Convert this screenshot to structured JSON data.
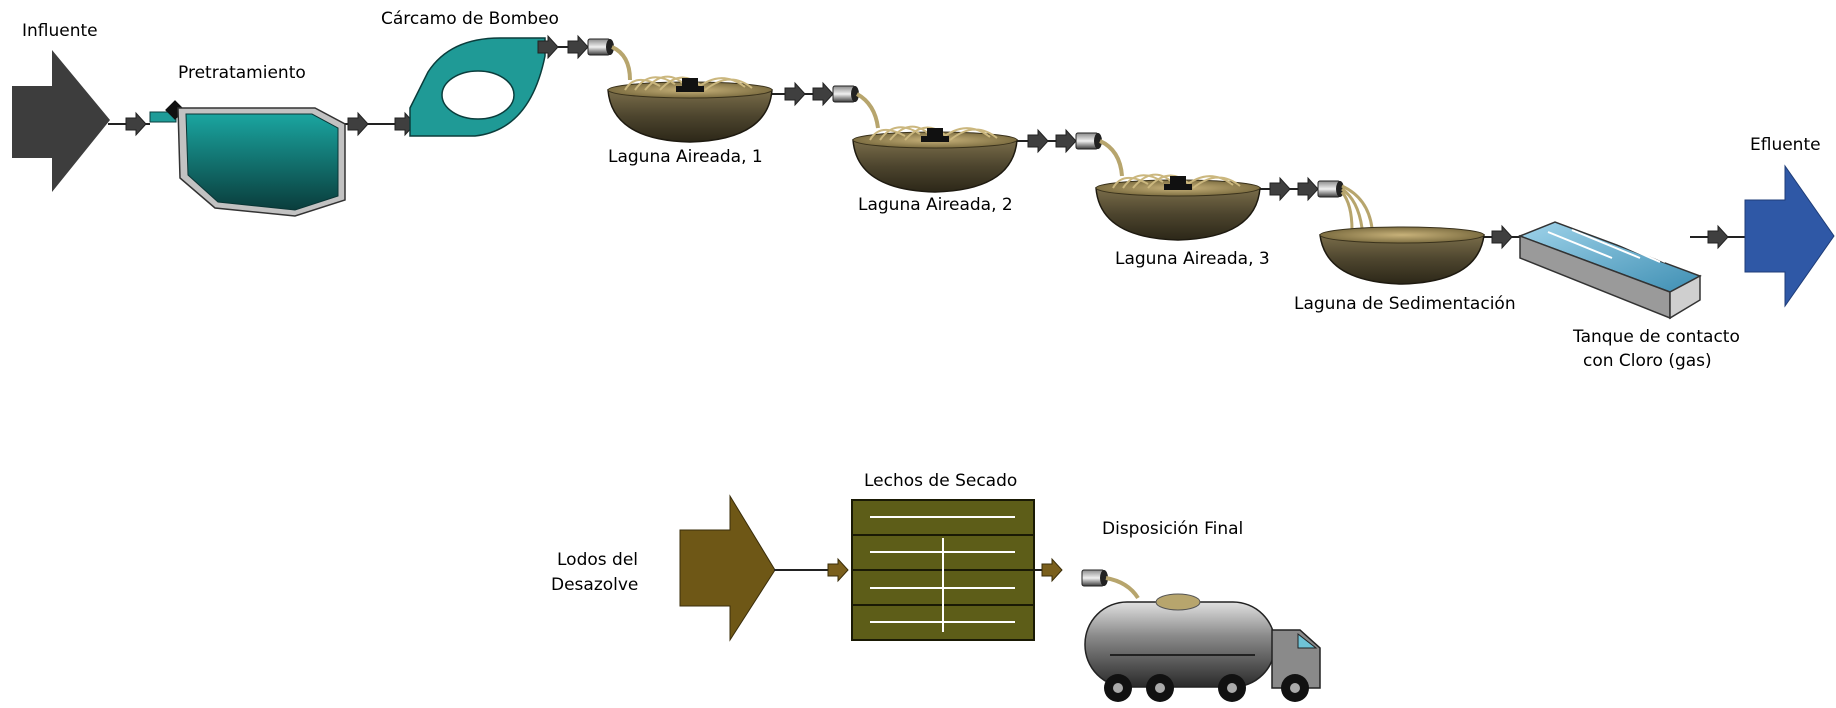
{
  "labels": {
    "influente": "Influente",
    "pretratamiento": "Pretratamiento",
    "carcamo": "Cárcamo de Bombeo",
    "laguna1": "Laguna Aireada, 1",
    "laguna2": "Laguna Aireada, 2",
    "laguna3": "Laguna Aireada, 3",
    "sedimentacion": "Laguna de Sedimentación",
    "tanque_line1": "Tanque de contacto",
    "tanque_line2": "con Cloro (gas)",
    "efluente": "Efluente",
    "lodos_line1": "Lodos del",
    "lodos_line2": "Desazolve",
    "lechos": "Lechos de Secado",
    "disposicion": "Disposición Final"
  },
  "colors": {
    "influent_arrow": "#3c3c3c",
    "effluent_arrow": "#2f58a6",
    "sludge_arrow": "#6e5716",
    "teal": "#1f8f8c",
    "bowl": "#5c5238",
    "drying_bed": "#5d5d18",
    "pipe_flow": "#b7a56d",
    "connector": "#4a4a4a"
  },
  "icons": {
    "source": "influent-arrow-icon",
    "pretreatment": "pretreatment-tank-icon",
    "pump": "pump-station-icon",
    "aerated_lagoon": "aerated-lagoon-icon",
    "sedimentation": "sedimentation-lagoon-icon",
    "chlorine_tank": "chlorine-contact-tank-icon",
    "effluent": "effluent-arrow-icon",
    "sludge": "sludge-arrow-icon",
    "drying_beds": "drying-beds-icon",
    "truck": "tanker-truck-icon"
  }
}
